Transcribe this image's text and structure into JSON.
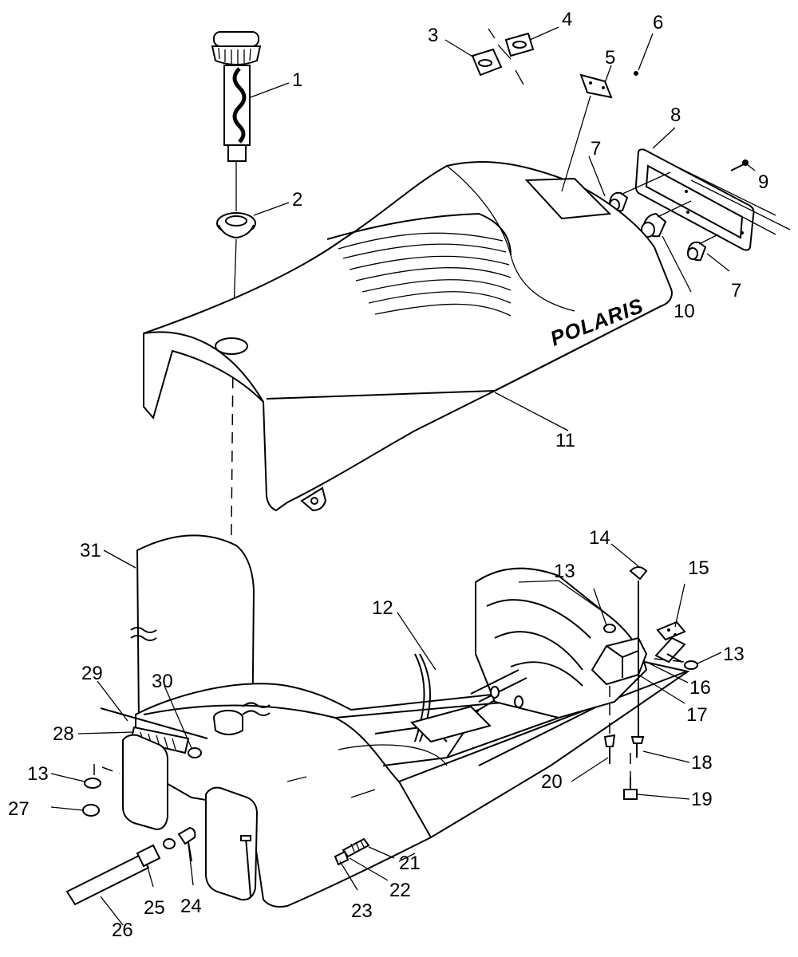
{
  "diagram": {
    "brand_mark": "POLARIS",
    "callouts": [
      {
        "id": "1",
        "label": "1"
      },
      {
        "id": "2",
        "label": "2"
      },
      {
        "id": "3",
        "label": "3"
      },
      {
        "id": "4",
        "label": "4"
      },
      {
        "id": "5",
        "label": "5"
      },
      {
        "id": "6",
        "label": "6"
      },
      {
        "id": "7a",
        "label": "7"
      },
      {
        "id": "7b",
        "label": "7"
      },
      {
        "id": "8",
        "label": "8"
      },
      {
        "id": "9",
        "label": "9"
      },
      {
        "id": "10",
        "label": "10"
      },
      {
        "id": "11",
        "label": "11"
      },
      {
        "id": "12",
        "label": "12"
      },
      {
        "id": "13a",
        "label": "13"
      },
      {
        "id": "13b",
        "label": "13"
      },
      {
        "id": "13c",
        "label": "13"
      },
      {
        "id": "14",
        "label": "14"
      },
      {
        "id": "15",
        "label": "15"
      },
      {
        "id": "16",
        "label": "16"
      },
      {
        "id": "17",
        "label": "17"
      },
      {
        "id": "18",
        "label": "18"
      },
      {
        "id": "19",
        "label": "19"
      },
      {
        "id": "20",
        "label": "20"
      },
      {
        "id": "21",
        "label": "21"
      },
      {
        "id": "22",
        "label": "22"
      },
      {
        "id": "23",
        "label": "23"
      },
      {
        "id": "24",
        "label": "24"
      },
      {
        "id": "25",
        "label": "25"
      },
      {
        "id": "26",
        "label": "26"
      },
      {
        "id": "27",
        "label": "27"
      },
      {
        "id": "28",
        "label": "28"
      },
      {
        "id": "29",
        "label": "29"
      },
      {
        "id": "30",
        "label": "30"
      },
      {
        "id": "31",
        "label": "31"
      }
    ]
  }
}
